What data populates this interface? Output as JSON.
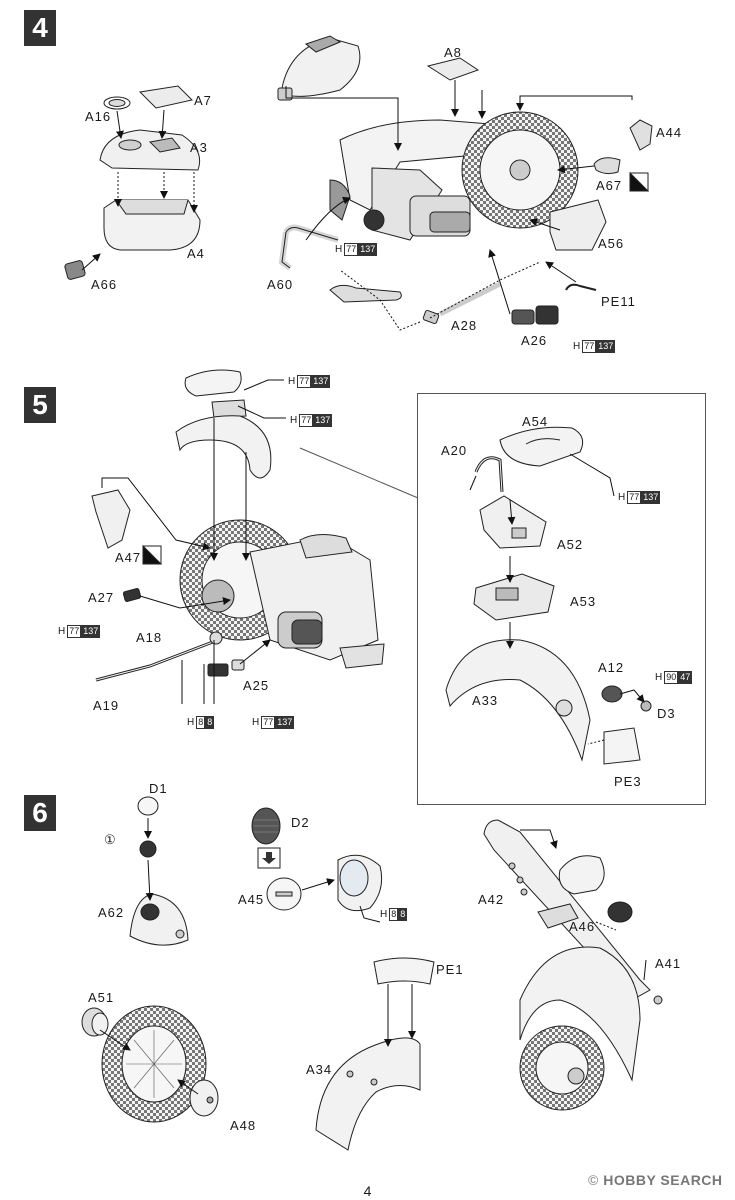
{
  "steps": [
    "4",
    "5",
    "6"
  ],
  "step4": {
    "labels": {
      "a16": "A16",
      "a7": "A7",
      "a3": "A3",
      "a4": "A4",
      "a66": "A66",
      "a8": "A8",
      "a44": "A44",
      "a67": "A67",
      "a56": "A56",
      "a60": "A60",
      "pe11": "PE11",
      "a28": "A28",
      "a26": "A26"
    },
    "paints": [
      {
        "h": "H",
        "a": "77",
        "b": "137"
      },
      {
        "h": "H",
        "a": "77",
        "b": "137"
      }
    ]
  },
  "step5": {
    "labels": {
      "a47": "A47",
      "a27": "A27",
      "a18": "A18",
      "a19": "A19",
      "a25": "A25",
      "a54": "A54",
      "a20": "A20",
      "a52": "A52",
      "a53": "A53",
      "a12": "A12",
      "d3": "D3",
      "a33": "A33",
      "pe3": "PE3"
    },
    "paints": [
      {
        "h": "H",
        "a": "77",
        "b": "137"
      },
      {
        "h": "H",
        "a": "77",
        "b": "137"
      },
      {
        "h": "H",
        "a": "77",
        "b": "137"
      },
      {
        "h": "H",
        "a": "8",
        "b": "8"
      },
      {
        "h": "H",
        "a": "77",
        "b": "137"
      },
      {
        "h": "H",
        "a": "77",
        "b": "137"
      },
      {
        "h": "H",
        "a": "90",
        "b": "47"
      }
    ]
  },
  "step6": {
    "labels": {
      "d1": "D1",
      "circle1": "①",
      "a62": "A62",
      "d2": "D2",
      "a45": "A45",
      "a42": "A42",
      "a46": "A46",
      "a41": "A41",
      "a51": "A51",
      "pe1": "PE1",
      "a34": "A34",
      "a48": "A48"
    },
    "paints": [
      {
        "h": "H",
        "a": "8",
        "b": "8"
      }
    ]
  },
  "page_number": "4",
  "watermark": {
    "brand": "HOBBY SEARCH",
    "prefix": "©"
  },
  "colors": {
    "ink": "#1a1a1a",
    "part_fill": "#e9e9e9",
    "step_badge": "#333333"
  }
}
